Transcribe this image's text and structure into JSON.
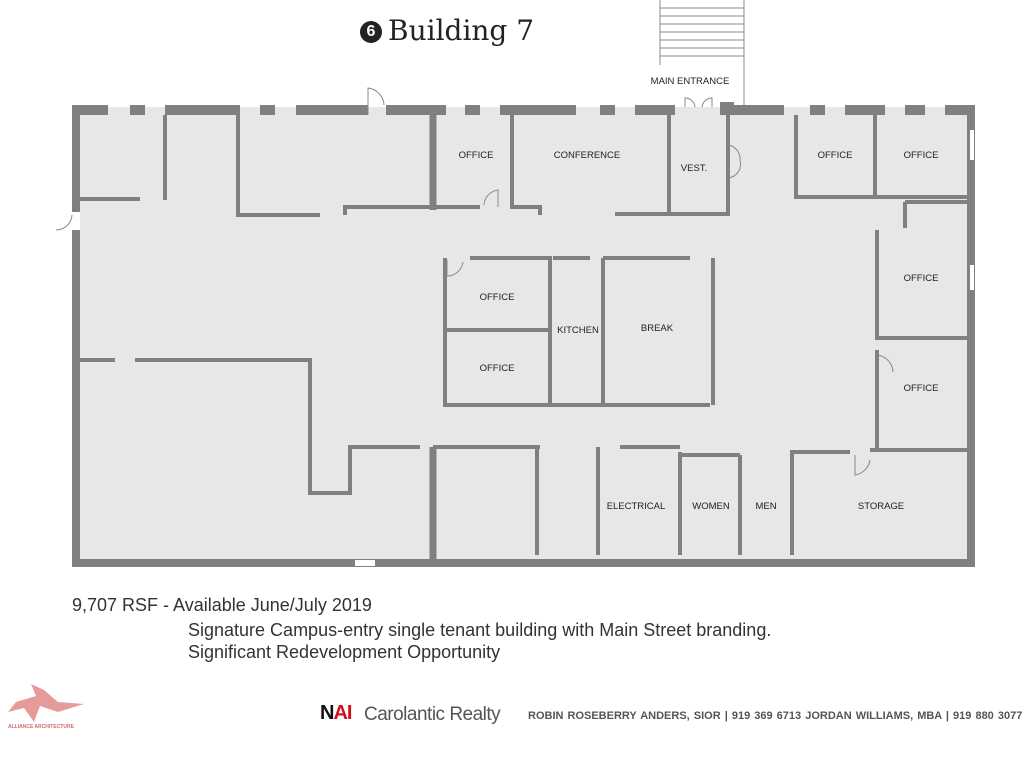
{
  "title": {
    "number": "6",
    "text": "Building 7"
  },
  "plan": {
    "main_entrance": "MAIN ENTRANCE",
    "rooms": {
      "office_top": "OFFICE",
      "conference": "CONFERENCE",
      "vest": "VEST.",
      "office_tr1": "OFFICE",
      "office_tr2": "OFFICE",
      "office_r1": "OFFICE",
      "office_r2": "OFFICE",
      "office_c1": "OFFICE",
      "office_c2": "OFFICE",
      "kitchen": "KITCHEN",
      "break": "BREAK",
      "electrical": "ELECTRICAL",
      "women": "WOMEN",
      "men": "MEN",
      "storage": "STORAGE"
    }
  },
  "description": {
    "line1": "9,707 RSF - Available June/July 2019",
    "line2": "Signature Campus-entry single tenant building with Main Street branding.",
    "line3": "Significant Redevelopment Opportunity"
  },
  "footer": {
    "architect_logo": "ALLIANCE ARCHITECTURE",
    "brand_nai_n": "N",
    "brand_nai_ai": "AI",
    "brand_name": "Carolantic Realty",
    "contacts": "ROBIN ROSEBERRY ANDERS, SIOR | 919 369 6713    JORDAN WILLIAMS, MBA | 919 880 3077"
  },
  "colors": {
    "floor": "#e6e7e9",
    "wall": "#808080",
    "accent": "#d0101a"
  }
}
